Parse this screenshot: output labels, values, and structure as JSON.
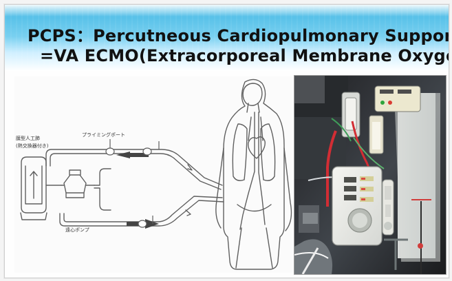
{
  "slide": {
    "title_line_1": "PCPS：Percutneous  Cardiopulmonary Support",
    "title_line_2": "=VA ECMO(Extracorporeal Membrane Oxygenation)"
  },
  "diagram": {
    "oxygenator_label": "膜型人工肺",
    "oxygenator_sublabel": "(熱交換器付き)",
    "priming_port_label": "プライミングポート",
    "pump_label": "遠心ポンプ"
  },
  "photo": {
    "type": "equipment-photo"
  },
  "colors": {
    "title_band": "#59c5ec",
    "title_text": "#111111"
  }
}
